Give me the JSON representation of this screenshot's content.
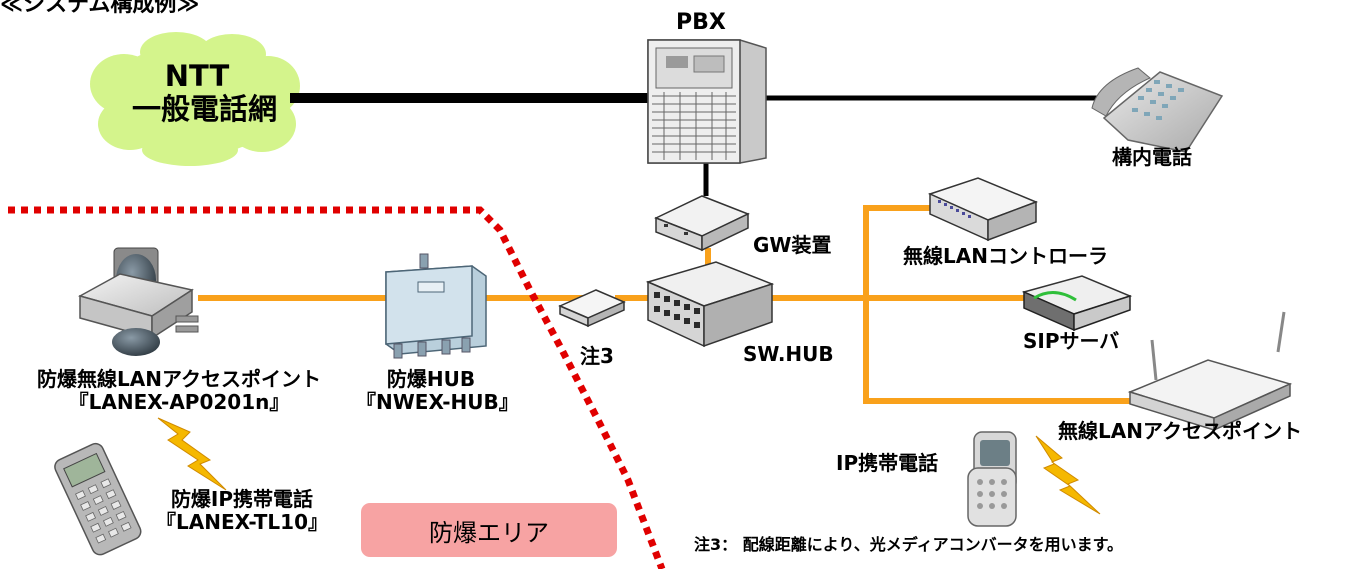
{
  "title": "≪システム構成例≫",
  "cloud": {
    "line1": "NTT",
    "line2": "一般電話網"
  },
  "devices": {
    "pbx": "PBX",
    "internal_phone": "構内電話",
    "gateway": "GW装置",
    "wireless_lan_controller": "無線LANコントローラ",
    "sip_server": "SIPサーバ",
    "switching_hub": "SW.HUB",
    "media_converter": "注3",
    "explosion_proof_ap": {
      "line1": "防爆無線LANアクセスポイント",
      "line2": "『LANEX-AP0201n』"
    },
    "explosion_proof_hub": {
      "line1": "防爆HUB",
      "line2": "『NWEX-HUB』"
    },
    "wireless_lan_ap": "無線LANアクセスポイント",
    "ip_phone": "IP携帯電話",
    "explosion_proof_phone": {
      "line1": "防爆IP携帯電話",
      "line2": "『LANEX-TL10』"
    }
  },
  "zone_label": "防爆エリア",
  "footnote": "注3： 配線距離により、光メディアコンバータを用います。",
  "colors": {
    "phone_line": "#000000",
    "lan_line": "#f9a11b",
    "zone_border": "#e00000",
    "zone_badge": "#f7a3a3",
    "cloud": "#d4f48c",
    "lightning": "#f5b800"
  }
}
